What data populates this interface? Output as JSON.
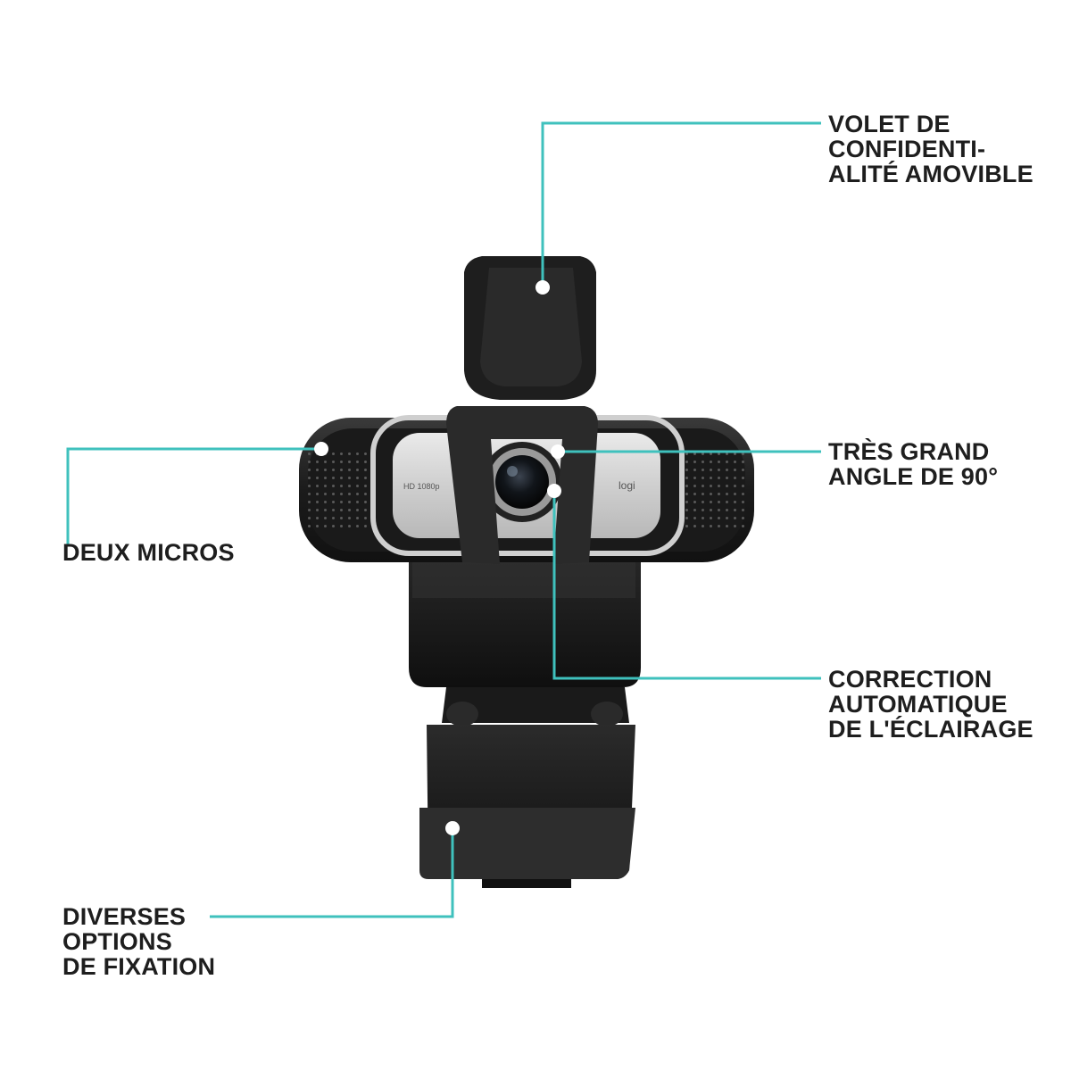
{
  "colors": {
    "callout_line": "#3fc1bd",
    "callout_dot": "#ffffff",
    "label_text": "#1e1e1e",
    "camera_body": "#1d1d1d",
    "camera_faceplate": "#d6d6d6"
  },
  "camera": {
    "badge_left": "HD 1080p",
    "badge_right": "logi"
  },
  "callouts": {
    "privacy_shutter": {
      "lines": [
        "VOLET DE",
        "CONFIDENTI-",
        "ALITÉ AMOVIBLE"
      ]
    },
    "wide_angle": {
      "lines": [
        "TRÈS GRAND",
        "ANGLE DE 90°"
      ]
    },
    "auto_light": {
      "lines": [
        "CORRECTION",
        "AUTOMATIQUE",
        "DE L'ÉCLAIRAGE"
      ]
    },
    "dual_mics": {
      "lines": [
        "DEUX MICROS"
      ]
    },
    "mount_options": {
      "lines": [
        "DIVERSES",
        "OPTIONS",
        "DE FIXATION"
      ]
    }
  }
}
